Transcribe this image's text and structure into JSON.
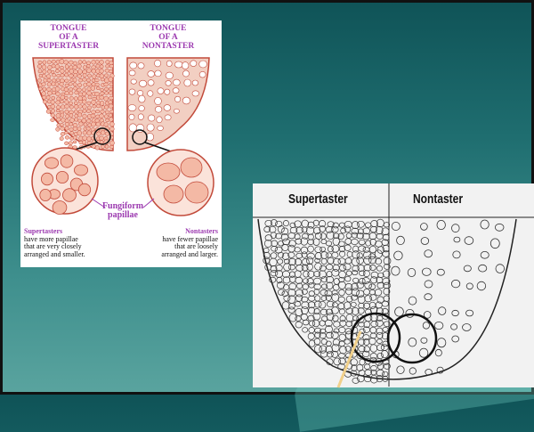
{
  "left_figure": {
    "super_title_1": "TONGUE",
    "super_title_2": "OF A",
    "super_title_3": "SUPERTASTER",
    "non_title_1": "TONGUE",
    "non_title_2": "OF A",
    "non_title_3": "NONTASTER",
    "papillae_label_1": "Fungiform",
    "papillae_label_2": "papillae",
    "super_caption_head": "Supertasters",
    "super_caption_1": "have more papillae",
    "super_caption_2": "that are very closely",
    "super_caption_3": "arranged and smaller.",
    "non_caption_head": "Nontasters",
    "non_caption_1": "have fewer papillae",
    "non_caption_2": "that are loosely",
    "non_caption_3": "arranged and larger."
  },
  "right_figure": {
    "super_heading": "Supertaster",
    "non_heading": "Nontaster"
  },
  "colors": {
    "slide_bg": "#1f6e70",
    "papilla_fill": "#f4c4b4",
    "papilla_stroke": "#c24a3a",
    "label_purple": "#9c3ab0",
    "pointer": "#f1d08a"
  }
}
